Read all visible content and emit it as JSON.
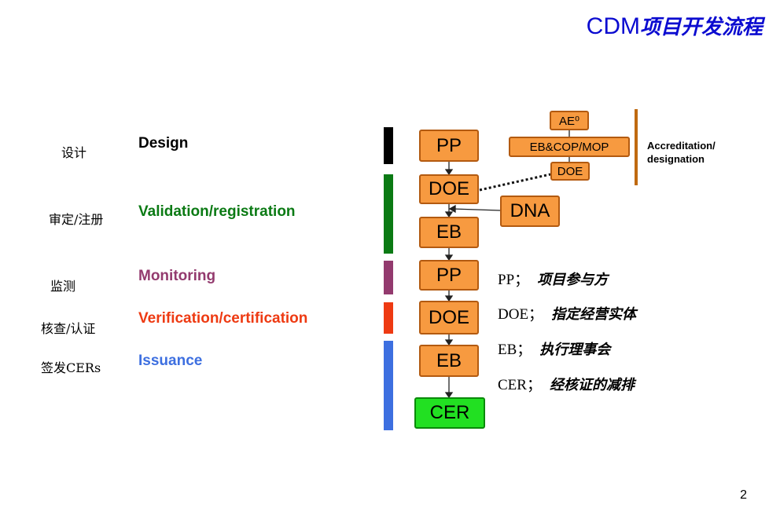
{
  "title": {
    "latin": "CDM",
    "chinese": "项目开发流程"
  },
  "stages": [
    {
      "cn": "设计",
      "en": "Design",
      "color": "#000000"
    },
    {
      "cn": "审定/注册",
      "en": "Validation/registration",
      "color": "#0b7a14"
    },
    {
      "cn": "监测",
      "en": "Monitoring",
      "color": "#933a6e"
    },
    {
      "cn": "核查/认证",
      "en": "Verification/certification",
      "color": "#ee3a12"
    },
    {
      "cn": "签发CERs",
      "en": "Issuance",
      "color": "#3d6fe0"
    }
  ],
  "flow": {
    "boxes": [
      "PP",
      "DOE",
      "EB",
      "PP",
      "DOE",
      "EB"
    ],
    "final": "CER",
    "dna": "DNA"
  },
  "accreditation": {
    "boxes": [
      "AE⁰",
      "EB&COP/MOP",
      "DOE"
    ],
    "label_line1": "Accreditation/",
    "label_line2": "designation"
  },
  "legend": [
    {
      "key": "PP；",
      "value": "项目参与方"
    },
    {
      "key": "DOE；",
      "value": "指定经营实体"
    },
    {
      "key": "EB；",
      "value": "执行理事会"
    },
    {
      "key": "CER；",
      "value": "经核证的减排"
    }
  ],
  "page_number": "2",
  "colors": {
    "box_fill": "#f79a40",
    "cer_fill": "#22e022",
    "title": "#0b0bd0",
    "accreditation_bar": "#c06a10"
  }
}
